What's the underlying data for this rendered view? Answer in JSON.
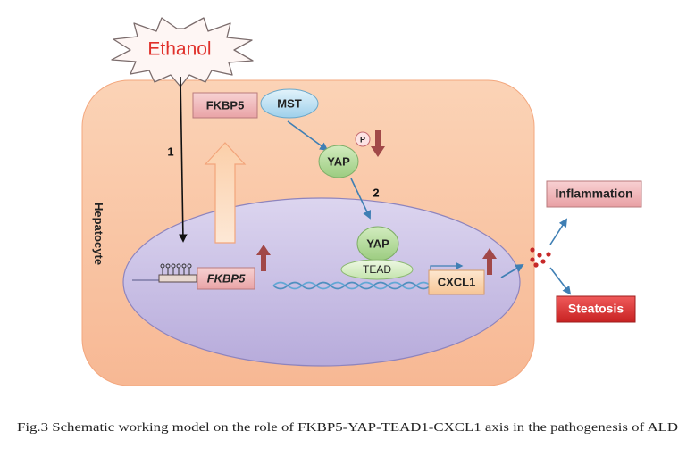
{
  "diagram": {
    "ethanol": "Ethanol",
    "cell_label": "Hepatocyte",
    "step1": "1",
    "step2": "2",
    "fkbp5_protein": "FKBP5",
    "mst": "MST",
    "yap_cytoplasm": "YAP",
    "phospho": "P",
    "yap_nucleus": "YAP",
    "tead": "TEAD",
    "fkbp5_gene": "FKBP5",
    "cxcl1": "CXCL1",
    "inflammation": "Inflammation",
    "steatosis": "Steatosis"
  },
  "caption": "Fig.3 Schematic working model on the role of FKBP5-YAP-TEAD1-CXCL1 axis in the pathogenesis of ALD",
  "colors": {
    "cell_fill": "#f9c6a3",
    "nucleus_fill": "#c8bfe4",
    "box_fill": "#f0b6b8",
    "mst_fill": "#bfe2f3",
    "yap_fill": "#b5dba0",
    "tead_fill": "#d9f0c8",
    "cxcl1_fill": "#fbd9b4",
    "red_arrow": "#a14848",
    "blue_arrow": "#4a8bbf",
    "steatosis_fill": "#d63030",
    "dna_color": "#62a7d5"
  }
}
